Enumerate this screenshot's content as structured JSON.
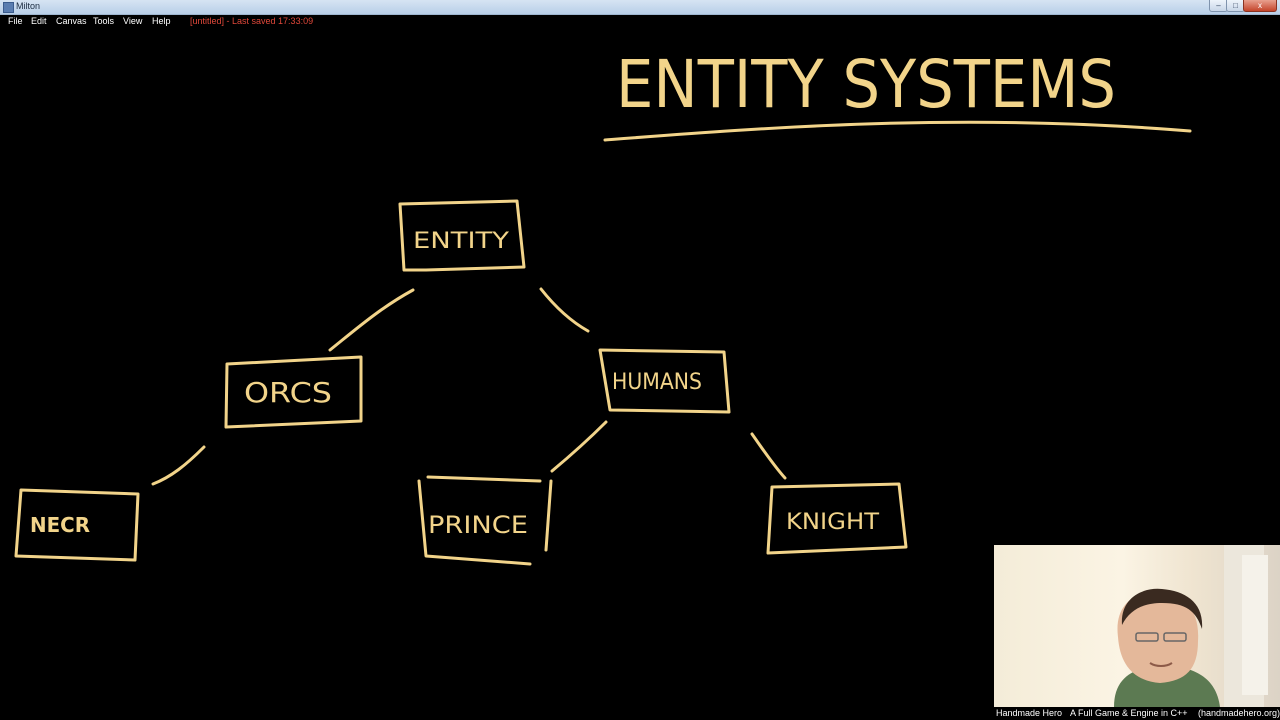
{
  "window": {
    "title": "Milton",
    "close_label": "x",
    "minimize_label": "–",
    "maximize_label": "□"
  },
  "menu": {
    "items": [
      "File",
      "Edit",
      "Canvas",
      "Tools",
      "View",
      "Help"
    ]
  },
  "status": {
    "text": "[untitled] - Last saved 17:33:09"
  },
  "drawing": {
    "title": "ENTITY SYSTEMS",
    "nodes": {
      "entity": "ENTITY",
      "orcs": "ORCS",
      "humans": "HUMANS",
      "necr": "NECR",
      "prince": "PRINCE",
      "knight": "KNIGHT"
    },
    "ink_color": "#f2d48a"
  },
  "caption": {
    "show": "Handmade Hero",
    "tagline": "A Full Game & Engine in C++",
    "site": "(handmadehero.org)"
  }
}
